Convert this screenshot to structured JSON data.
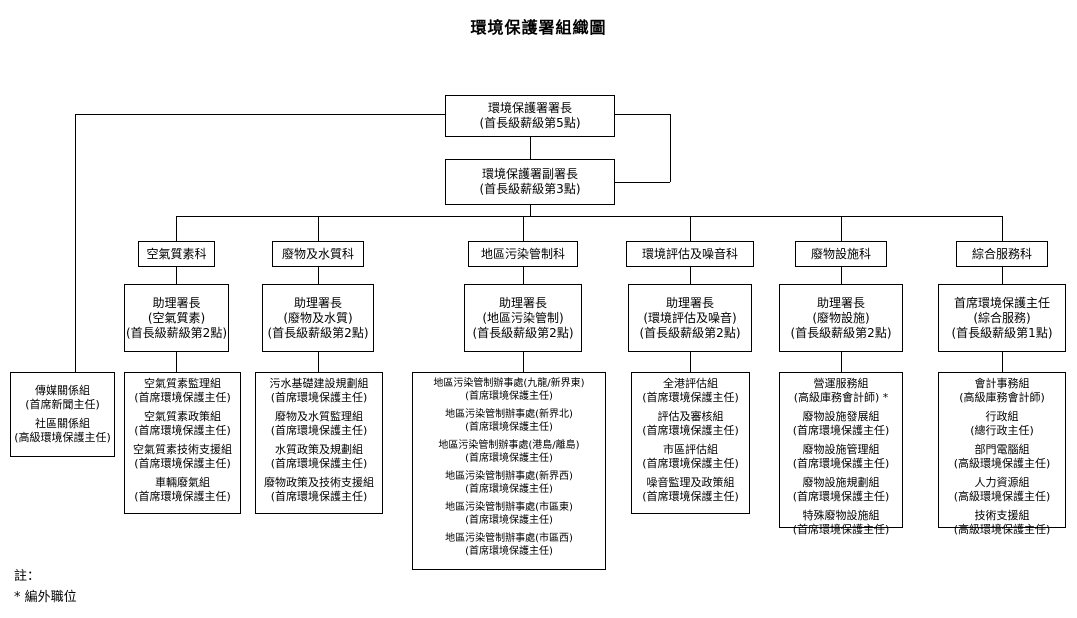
{
  "title": "環境保護署組織圖",
  "top": {
    "director": {
      "line1": "環境保護署署長",
      "line2": "(首長級薪級第5點)"
    },
    "deputy": {
      "line1": "環境保護署副署長",
      "line2": "(首長級薪級第3點)"
    }
  },
  "side_unit": {
    "groups": [
      {
        "name": "傳媒關係組",
        "rank": "(首席新聞主任)"
      },
      {
        "name": "社區關係組",
        "rank": "(高級環境保護主任)"
      }
    ]
  },
  "columns": [
    {
      "dept": "空氣質素科",
      "head": {
        "line1": "助理署長",
        "line2": "(空氣質素)",
        "line3": "(首長級薪級第2點)"
      },
      "groups": [
        {
          "name": "空氣質素監理組",
          "rank": "(首席環境保護主任)"
        },
        {
          "name": "空氣質素政策組",
          "rank": "(首席環境保護主任)"
        },
        {
          "name": "空氣質素技術支援組",
          "rank": "(首席環境保護主任)"
        },
        {
          "name": "車輛廢氣組",
          "rank": "(首席環境保護主任)"
        }
      ]
    },
    {
      "dept": "廢物及水質科",
      "head": {
        "line1": "助理署長",
        "line2": "(廢物及水質)",
        "line3": "(首長級薪級第2點)"
      },
      "groups": [
        {
          "name": "污水基礎建設規劃組",
          "rank": "(首席環境保護主任)"
        },
        {
          "name": "廢物及水質監理組",
          "rank": "(首席環境保護主任)"
        },
        {
          "name": "水質政策及規劃組",
          "rank": "(首席環境保護主任)"
        },
        {
          "name": "廢物政策及技術支援組",
          "rank": "(首席環境保護主任)"
        }
      ]
    },
    {
      "dept": "地區污染管制科",
      "head": {
        "line1": "助理署長",
        "line2": "(地區污染管制)",
        "line3": "(首長級薪級第2點)"
      },
      "groups": [
        {
          "name": "地區污染管制辦事處(九龍/新界東)",
          "rank": "(首席環境保護主任)"
        },
        {
          "name": "地區污染管制辦事處(新界北)",
          "rank": "(首席環境保護主任)"
        },
        {
          "name": "地區污染管制辦事處(港島/離島)",
          "rank": "(首席環境保護主任)"
        },
        {
          "name": "地區污染管制辦事處(新界西)",
          "rank": "(首席環境保護主任)"
        },
        {
          "name": "地區污染管制辦事處(市區東)",
          "rank": "(首席環境保護主任)"
        },
        {
          "name": "地區污染管制辦事處(市區西)",
          "rank": "(首席環境保護主任)"
        }
      ]
    },
    {
      "dept": "環境評估及噪音科",
      "head": {
        "line1": "助理署長",
        "line2": "(環境評估及噪音)",
        "line3": "(首長級薪級第2點)"
      },
      "groups": [
        {
          "name": "全港評估組",
          "rank": "(首席環境保護主任)"
        },
        {
          "name": "評估及審核組",
          "rank": "(首席環境保護主任)"
        },
        {
          "name": "市區評估組",
          "rank": "(首席環境保護主任)"
        },
        {
          "name": "噪音監理及政策組",
          "rank": "(首席環境保護主任)"
        }
      ]
    },
    {
      "dept": "廢物設施科",
      "head": {
        "line1": "助理署長",
        "line2": "(廢物設施)",
        "line3": "(首長級薪級第2點)"
      },
      "groups": [
        {
          "name": "營運服務組",
          "rank": "(高級庫務會計師) *"
        },
        {
          "name": "廢物設施發展組",
          "rank": "(首席環境保護主任)"
        },
        {
          "name": "廢物設施管理組",
          "rank": "(首席環境保護主任)"
        },
        {
          "name": "廢物設施規劃組",
          "rank": "(首席環境保護主任)"
        },
        {
          "name": "特殊廢物設施組",
          "rank": "(首席環境保護主任)"
        }
      ]
    },
    {
      "dept": "綜合服務科",
      "head": {
        "line1": "首席環境保護主任",
        "line2": "(綜合服務)",
        "line3": "(首長級薪級第1點)"
      },
      "groups": [
        {
          "name": "會計事務組",
          "rank": "(高級庫務會計師)"
        },
        {
          "name": "行政組",
          "rank": "(總行政主任)"
        },
        {
          "name": "部門電腦組",
          "rank": "(高級環境保護主任)"
        },
        {
          "name": "人力資源組",
          "rank": "(高級環境保護主任)"
        },
        {
          "name": "技術支援組",
          "rank": "(高級環境保護主任)"
        }
      ]
    }
  ],
  "note": {
    "label": "註：",
    "text": "*  編外職位"
  }
}
